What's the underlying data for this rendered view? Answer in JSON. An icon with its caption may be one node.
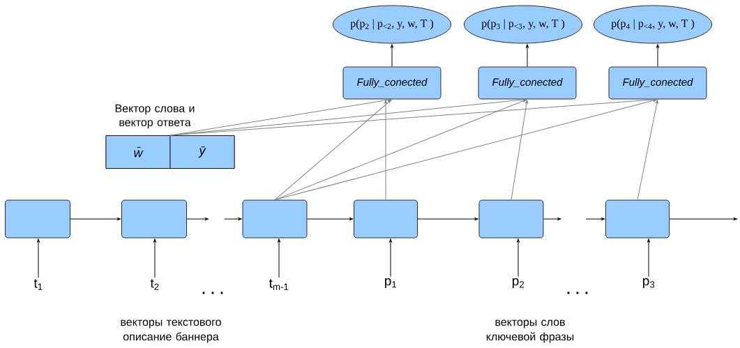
{
  "diagram": {
    "nodes": [
      {
        "text": [
          "p(p$_{2}$ | p$_{<2}$, y, w, T )"
        ]
      },
      {
        "text": [
          "p(p$_{3}$ | p$_{<3}$, y, w, T )"
        ]
      },
      {
        "text": [
          "p(p$_{4}$ | p$_{<4}$, y, w, T )"
        ]
      },
      {
        "text": [
          "Fully_conected"
        ]
      },
      {
        "text": [
          "Fully_conected"
        ]
      },
      {
        "text": [
          "Fully_conected"
        ]
      },
      {
        "text": [
          "Вектор слова и вектор ответа"
        ]
      },
      {
        "text": [
          "w̄"
        ],
        "in": 6
      },
      {
        "text": [
          "ȳ"
        ],
        "in": 6
      },
      {
        "text": [],
        "shape": "box"
      },
      {
        "text": [],
        "shape": "box"
      },
      {
        "text": [],
        "shape": "box"
      },
      {
        "text": [],
        "shape": "box"
      },
      {
        "text": [],
        "shape": "box"
      },
      {
        "text": [],
        "shape": "box"
      },
      {
        "text": [
          "t$_{1}$"
        ]
      },
      {
        "text": [
          "t$_{2}$"
        ]
      },
      {
        "text": [
          "t$_{m-1}$"
        ]
      },
      {
        "text": [
          "p$_{1}$"
        ]
      },
      {
        "text": [
          "p$_{2}$"
        ]
      },
      {
        "text": [
          "p$_{3}$"
        ]
      }
    ],
    "edges": [
      {
        "from": 3,
        "to": 0,
        "arrow": "to"
      },
      {
        "from": 4,
        "to": 1,
        "arrow": "to"
      },
      {
        "from": 5,
        "to": 2,
        "arrow": "to"
      },
      {
        "from": 6,
        "to": 3,
        "arrow": "to",
        "color": "#808080"
      },
      {
        "from": 6,
        "to": 4,
        "arrow": "to",
        "color": "#808080"
      },
      {
        "from": 6,
        "to": 5,
        "arrow": "to",
        "color": "#808080"
      },
      {
        "from": 11,
        "to": 3,
        "arrow": "to",
        "color": "#808080"
      },
      {
        "from": 11,
        "to": 4,
        "arrow": "to",
        "color": "#808080"
      },
      {
        "from": 11,
        "to": 5,
        "arrow": "to",
        "color": "#808080"
      },
      {
        "from": 12,
        "to": 3,
        "arrow": "to",
        "color": "#808080"
      },
      {
        "from": 13,
        "to": 4,
        "arrow": "to",
        "color": "#808080"
      },
      {
        "from": 14,
        "to": 5,
        "arrow": "to",
        "color": "#808080"
      },
      {
        "from": 9,
        "to": 10,
        "arrow": "to"
      },
      {
        "from": 10,
        "to": null,
        "arrow": "to"
      },
      {
        "from": null,
        "to": 11,
        "arrow": "to"
      },
      {
        "from": 11,
        "to": 12,
        "arrow": "to"
      },
      {
        "from": 12,
        "to": 13,
        "arrow": "to"
      },
      {
        "from": 13,
        "to": null,
        "arrow": "to"
      },
      {
        "from": null,
        "to": 14,
        "arrow": "to"
      },
      {
        "from": 14,
        "to": null,
        "arrow": "to"
      },
      {
        "from": 15,
        "to": 9,
        "arrow": "to"
      },
      {
        "from": 16,
        "to": 10,
        "arrow": "to"
      },
      {
        "from": 17,
        "to": 11,
        "arrow": "to"
      },
      {
        "from": 18,
        "to": 12,
        "arrow": "to"
      },
      {
        "from": 19,
        "to": 13,
        "arrow": "to"
      },
      {
        "from": 20,
        "to": 14,
        "arrow": "to"
      }
    ],
    "labels": [
      ". . .",
      ". . .",
      "векторы текстового описание баннера",
      "векторы слов ключевой фразы"
    ]
  }
}
